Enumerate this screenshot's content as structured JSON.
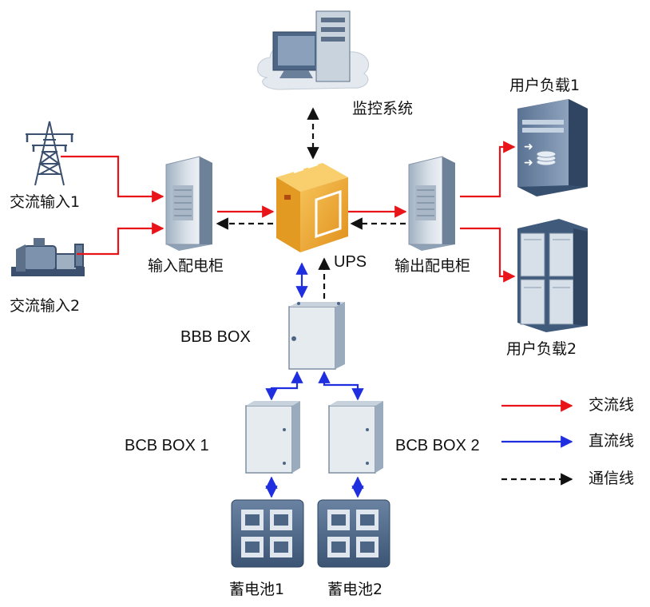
{
  "labels": {
    "monitoring": "监控系统",
    "ac_input_1": "交流输入1",
    "ac_input_2": "交流输入2",
    "input_cabinet": "输入配电柜",
    "ups": "UPS",
    "output_cabinet": "输出配电柜",
    "load_1": "用户负载1",
    "load_2": "用户负载2",
    "bbb_box": "BBB BOX",
    "bcb_box_1": "BCB BOX 1",
    "bcb_box_2": "BCB BOX 2",
    "battery_1": "蓄电池1",
    "battery_2": "蓄电池2"
  },
  "legend": {
    "ac_line": "交流线",
    "dc_line": "直流线",
    "comm_line": "通信线"
  },
  "colors": {
    "ac": "#e8141a",
    "dc": "#1f2fe0",
    "comm": "#111111",
    "ups_orange": "#f2a62b",
    "cabinet": "#c5d0dc",
    "battery": "#4d6685"
  }
}
